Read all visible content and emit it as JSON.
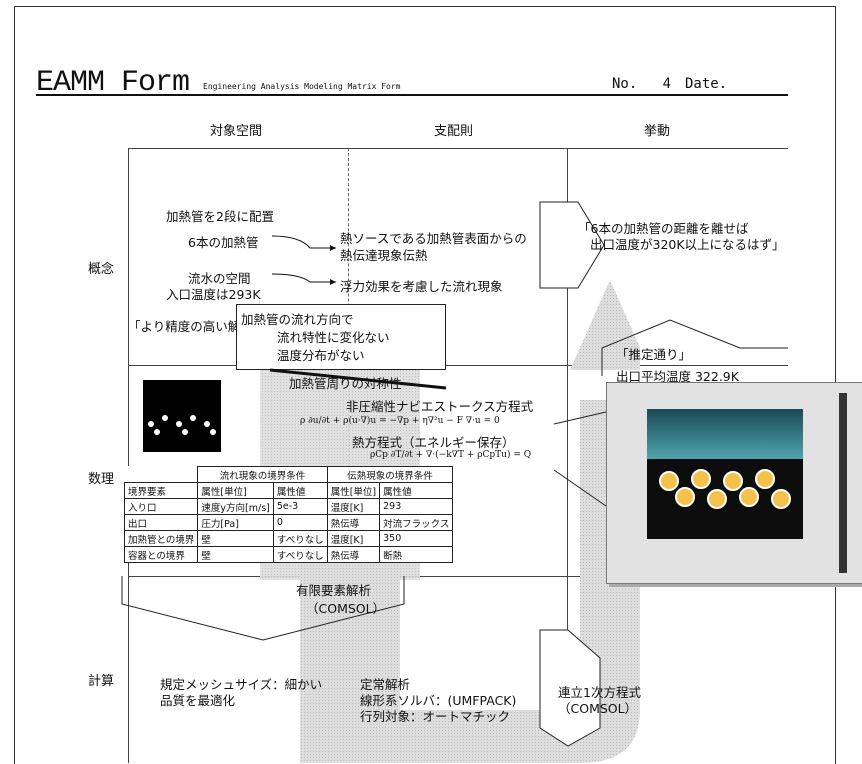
{
  "header": {
    "title": "EAMM Form",
    "subtitle": "Engineering Analysis Modeling Matrix Form",
    "no_label": "No.",
    "no_value": "4",
    "date_label": "Date."
  },
  "columns": [
    "対象空間",
    "支配則",
    "挙動"
  ],
  "rows": [
    "概念",
    "数理",
    "計算"
  ],
  "concept": {
    "space": [
      "加熱管を2段に配置",
      "6本の加熱管",
      "流水の空間",
      "入口温度は293K"
    ],
    "law": [
      "熱ソースである加熱管表面からの",
      "熱伝達現象伝熱",
      "浮力効果を考慮した流れ現象"
    ],
    "behavior": [
      "「6本の加熱管の距離を離せば",
      "出口温度が320K以上になるはず」"
    ],
    "refine_note": "「より精度の高い解析を」",
    "refine_box": [
      "加熱管の流れ方向で",
      "流れ特性に変化ない",
      "温度分布がない"
    ],
    "symmetry": "加熱管周りの対称性",
    "result": [
      "「推定通り」",
      "出口平均温度 322.9K"
    ]
  },
  "math": {
    "eq_ns": "非圧縮性ナビエストークス方程式",
    "eq_ns_formula": "ρ ∂u/∂t + ρ(u·∇)u = −∇p + η∇²u − F   ∇·u = 0",
    "eq_energy": "熱方程式（エネルギー保存）",
    "eq_energy_formula": "ρCp ∂T/∂t + ∇·(−k∇T + ρCpTu) = Q"
  },
  "bc_table": {
    "group_flow": "流れ現象の境界条件",
    "group_heat": "伝熱現象の境界条件",
    "headers": [
      "境界要素",
      "属性[単位]",
      "属性値",
      "属性[単位]",
      "属性値"
    ],
    "rows": [
      [
        "入り口",
        "速度y方向[m/s]",
        "5e-3",
        "温度[K]",
        "293"
      ],
      [
        "出口",
        "圧力[Pa]",
        "0",
        "熱伝導",
        "対流フラックス"
      ],
      [
        "加熱管との境界",
        "壁",
        "すべりなし",
        "温度[K]",
        "350"
      ],
      [
        "容器との境界",
        "壁",
        "すべりなし",
        "熱伝導",
        "断熱"
      ]
    ]
  },
  "fem": [
    "有限要素解析",
    "（COMSOL）"
  ],
  "compute": {
    "mesh": [
      "規定メッシュサイズ：細かい",
      "品質を最適化"
    ],
    "solver": [
      "定常解析",
      "線形系ソルバ：(UMFPACK)",
      "行列対象：オートマチック"
    ],
    "linear": [
      "連立1次方程式",
      "（COMSOL）"
    ]
  }
}
